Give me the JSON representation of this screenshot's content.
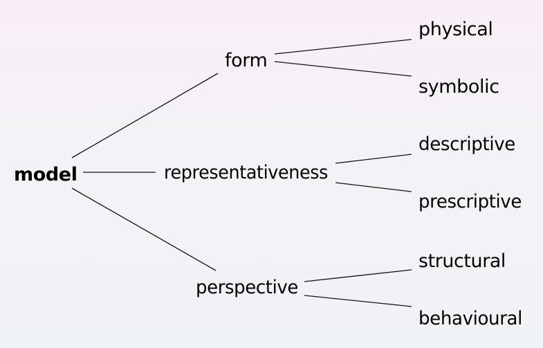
{
  "root": {
    "label": "model"
  },
  "branches": [
    {
      "label": "form",
      "children": [
        "physical",
        "symbolic"
      ]
    },
    {
      "label": "representativeness",
      "children": [
        "descriptive",
        "prescriptive"
      ]
    },
    {
      "label": "perspective",
      "children": [
        "structural",
        "behavioural"
      ]
    }
  ]
}
